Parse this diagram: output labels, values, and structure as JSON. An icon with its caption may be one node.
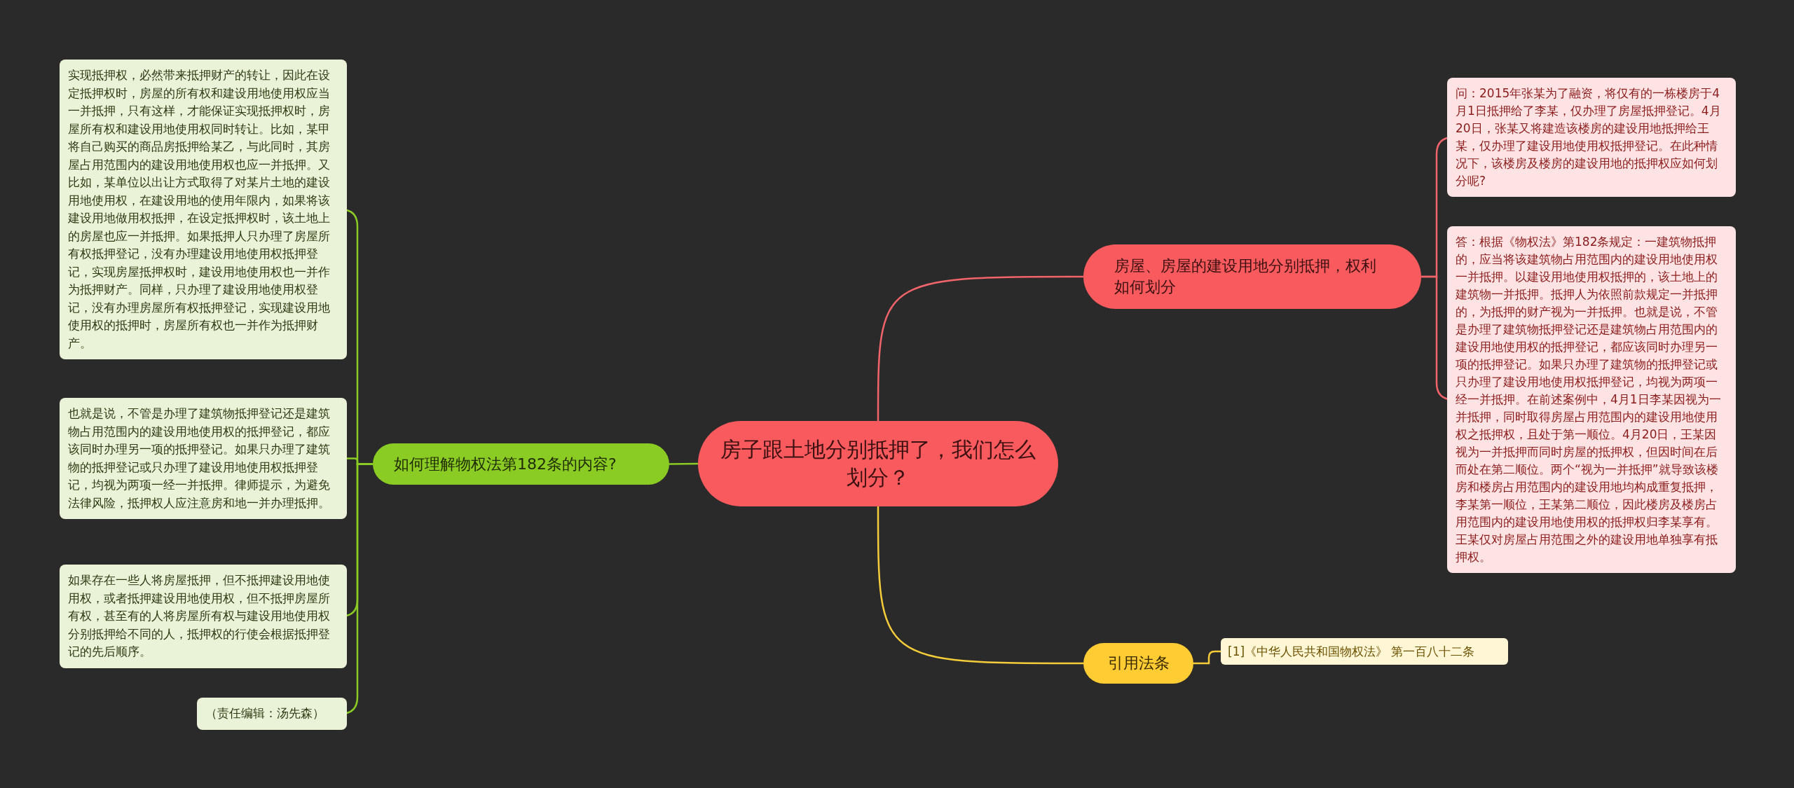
{
  "diagram": {
    "nodes": [
      {
        "text": [
          "房子跟土地分别抵押了，我们怎么划分？"
        ]
      },
      {
        "text": [
          "房屋、房屋的建设用地分别抵押，权利如何划分"
        ]
      },
      {
        "text": [
          "问：2015年张某为了融资，将仅有的一栋楼房于4月1日抵押给了李某，仅办理了房屋抵押登记。4月20日，张某又将建造该楼房的建设用地抵押给王某，仅办理了建设用地使用权抵押登记。在此种情况下，该楼房及楼房的建设用地的抵押权应如何划分呢?"
        ]
      },
      {
        "text": [
          "答：根据《物权法》第182条规定：一建筑物抵押的，应当将该建筑物占用范围内的建设用地使用权一并抵押。以建设用地使用权抵押的，该土地上的建筑物一并抵押。抵押人为依照前款规定一并抵押的，为抵押的财产视为一并抵押。也就是说，不管是办理了建筑物抵押登记还是建筑物占用范围内的建设用地使用权的抵押登记，都应该同时办理另一项的抵押登记。如果只办理了建筑物的抵押登记或只办理了建设用地使用权抵押登记，均视为两项一经一并抵押。在前述案例中，4月1日李某因视为一并抵押，同时取得房屋占用范围内的建设用地使用权之抵押权，且处于第一顺位。4月20日，王某因视为一并抵押而同时房屋的抵押权，但因时间在后而处在第二顺位。两个“视为一并抵押”就导致该楼房和楼房占用范围内的建设用地均构成重复抵押，李某第一顺位，王某第二顺位，因此楼房及楼房占用范围内的建设用地使用权的抵押权归李某享有。王某仅对房屋占用范围之外的建设用地单独享有抵押权。"
        ]
      },
      {
        "text": [
          "引用法条"
        ]
      },
      {
        "text": [
          "[1]《中华人民共和国物权法》 第一百八十二条"
        ]
      },
      {
        "text": [
          "如何理解物权法第182条的内容?"
        ]
      },
      {
        "text": [
          "实现抵押权，必然带来抵押财产的转让，因此在设定抵押权时，房屋的所有权和建设用地使用权应当一并抵押，只有这样，才能保证实现抵押权时，房屋所有权和建设用地使用权同时转让。比如，某甲将自己购买的商品房抵押给某乙，与此同时，其房屋占用范围内的建设用地使用权也应一并抵押。又比如，某单位以出让方式取得了对某片土地的建设用地使用权，在建设用地的使用年限内，如果将该建设用地做用权抵押，在设定抵押权时，该土地上的房屋也应一并抵押。如果抵押人只办理了房屋所有权抵押登记，没有办理建设用地使用权抵押登记，实现房屋抵押权时，建设用地使用权也一并作为抵押财产。同样，只办理了建设用地使用权登记，没有办理房屋所有权抵押登记，实现建设用地使用权的抵押时，房屋所有权也一并作为抵押财产。"
        ]
      },
      {
        "text": [
          "也就是说，不管是办理了建筑物抵押登记还是建筑物占用范围内的建设用地使用权的抵押登记，都应该同时办理另一项的抵押登记。如果只办理了建筑物的抵押登记或只办理了建设用地使用权抵押登记，均视为两项一经一并抵押。律师提示，为避免法律风险，抵押权人应注意房和地一并办理抵押。"
        ]
      },
      {
        "text": [
          "如果存在一些人将房屋抵押，但不抵押建设用地使用权，或者抵押建设用地使用权，但不抵押房屋所有权，甚至有的人将房屋所有权与建设用地使用权分别抵押给不同的人，抵押权的行使会根据抵押登记的先后顺序。"
        ]
      },
      {
        "text": [
          "（责任编辑：汤先森）"
        ]
      }
    ],
    "edges": [
      {
        "from": 0,
        "to": 1,
        "arrow": "none",
        "color": "#f0646a"
      },
      {
        "from": 1,
        "to": 2,
        "arrow": "none",
        "color": "#f0646a"
      },
      {
        "from": 1,
        "to": 3,
        "arrow": "none",
        "color": "#f0646a"
      },
      {
        "from": 0,
        "to": 4,
        "arrow": "none",
        "color": "#f5cc3a"
      },
      {
        "from": 4,
        "to": 5,
        "arrow": "none",
        "color": "#f5cc3a"
      },
      {
        "from": 0,
        "to": 6,
        "arrow": "none"
      },
      {
        "from": 6,
        "to": 7,
        "arrow": "none"
      },
      {
        "from": 6,
        "to": 8,
        "arrow": "none"
      },
      {
        "from": 6,
        "to": 9,
        "arrow": "none"
      },
      {
        "from": 6,
        "to": 10,
        "arrow": "none"
      }
    ]
  }
}
